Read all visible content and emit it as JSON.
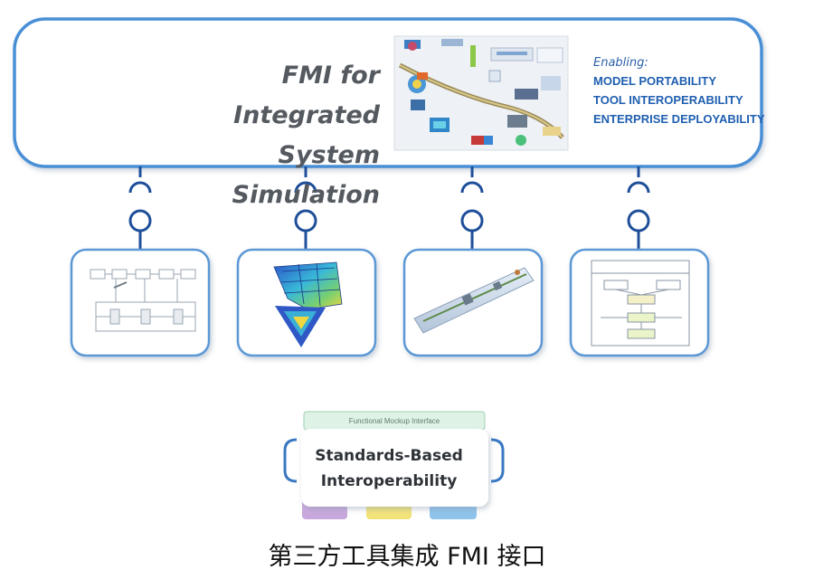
{
  "main_title": [
    "FMI for Integrated",
    "System Simulation"
  ],
  "enabling": {
    "label": "Enabling:",
    "items": [
      "MODEL PORTABILITY",
      "TOOL INTEROPERABILITY",
      "ENTERPRISE DEPLOYABILITY"
    ]
  },
  "fmi_box": {
    "band_label": "Functional Mockup Interface",
    "title_lines": [
      "Standards-Based",
      "Interoperability"
    ]
  },
  "caption": "第三方工具集成 FMI 接口",
  "colors": {
    "outline_blue": "#4a8fd6",
    "text_blue": "#1f5fb0",
    "title_gray": "#555a60",
    "band_green": "#dff2e6",
    "tab_purple": "#c8a8dc",
    "tab_yellow": "#f2e27a",
    "tab_blue": "#8fc3ea"
  },
  "icons": [
    "collage-thumbnail-icon",
    "block-diagram-thumbnail-icon",
    "fem-mesh-thumbnail-icon",
    "pipeline-rod-thumbnail-icon",
    "flowchart-thumbnail-icon",
    "connector-icon"
  ]
}
